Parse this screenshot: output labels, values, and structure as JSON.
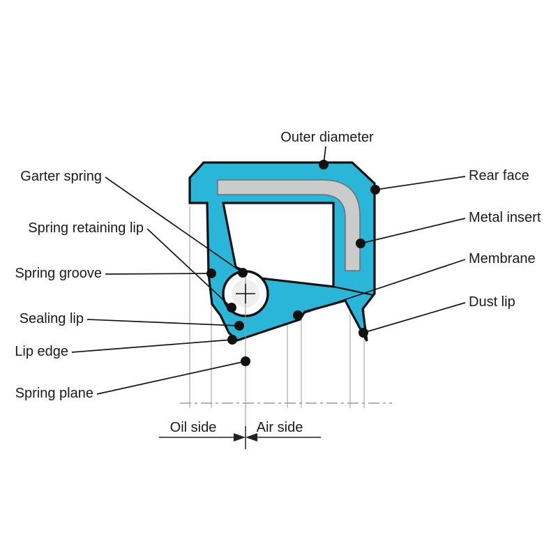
{
  "diagram": {
    "type": "radial-shaft-seal-cross-section",
    "colors": {
      "seal_body": "#29B6D8",
      "metal_insert": "#CBCBCB",
      "outline": "#111111",
      "reference_line": "#B0B0B0",
      "text": "#1A1A1A"
    },
    "labels": {
      "outer_diameter": "Outer diameter",
      "rear_face": "Rear face",
      "metal_insert": "Metal insert",
      "membrane": "Membrane",
      "dust_lip": "Dust lip",
      "garter_spring": "Garter spring",
      "spring_retaining_lip": "Spring retaining lip",
      "spring_groove": "Spring groove",
      "sealing_lip": "Sealing lip",
      "lip_edge": "Lip edge",
      "spring_plane": "Spring plane"
    },
    "sides": {
      "oil": "Oil side",
      "air": "Air side"
    }
  }
}
